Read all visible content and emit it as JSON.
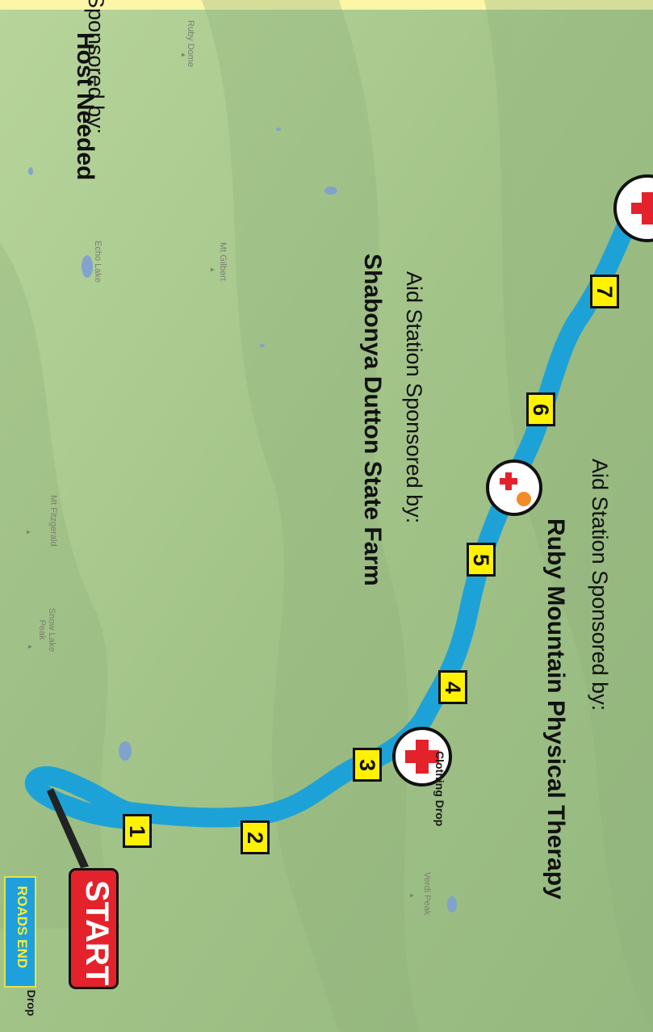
{
  "map": {
    "sponsors": {
      "top": {
        "prefix": "Sponsored by:",
        "name": "Host Needed"
      },
      "middle": {
        "prefix": "Aid Station Sponsored by:",
        "name": "Shabonya Dutton State Farm"
      },
      "right": {
        "prefix": "Aid Station Sponsored by:",
        "name": "Ruby Mountain Physical Therapy"
      }
    },
    "peaks": [
      "Ruby Dome",
      "Echo Lake",
      "Mt Gilbert",
      "Mt Fitzgerald",
      "Snow Lake Peak",
      "Verdi Peak"
    ],
    "start_label": "START",
    "roads_end_label": "ROADS END",
    "clothing_drop_label": "Clothing Drop",
    "mile_markers": [
      "1",
      "2",
      "3",
      "4",
      "5",
      "6",
      "7"
    ],
    "icons": [
      "first-aid-icon",
      "first-aid-with-orange-dot-icon",
      "mountain-peak-icon"
    ],
    "colors": {
      "route": "#1da2d8",
      "mile_marker": "#fff200",
      "aid_cross": "#e3222b",
      "start_tag": "#e3222b",
      "roads_end": "#1ea0dc",
      "terrain": "#a9c98f"
    }
  }
}
